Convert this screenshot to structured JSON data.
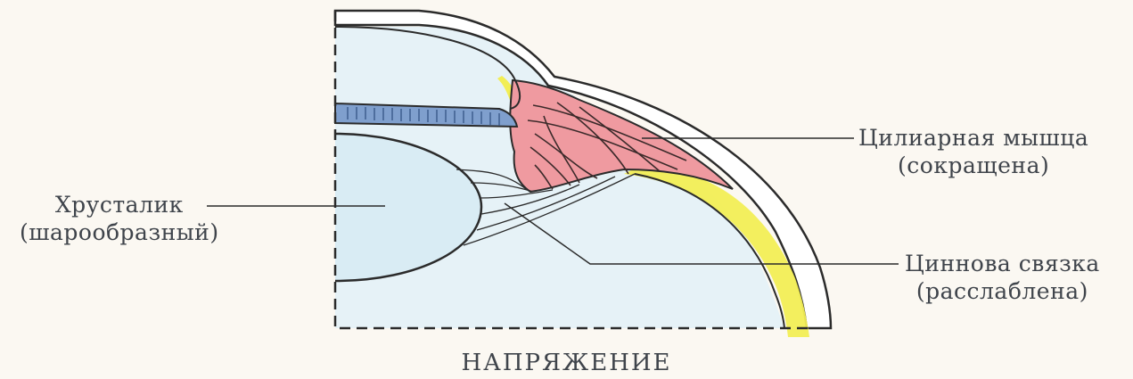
{
  "labels": {
    "lens": {
      "name": "Хрусталик",
      "state": "(шарообразный)"
    },
    "ciliary_muscle": {
      "name": "Цилиарная мышца",
      "state": "(сокращена)"
    },
    "zonule": {
      "name": "Циннова связка",
      "state": "(расслаблена)"
    }
  },
  "caption": "НАПРЯЖЕНИЕ",
  "colors": {
    "background": "#fbf8f2",
    "sclera": "#ffffff",
    "chamber": "#e6f2f7",
    "iris": "#7f9fcd",
    "muscle": "#ef9aa0",
    "choroid_yellow": "#f2ee55",
    "outline": "#2b2b2b"
  }
}
